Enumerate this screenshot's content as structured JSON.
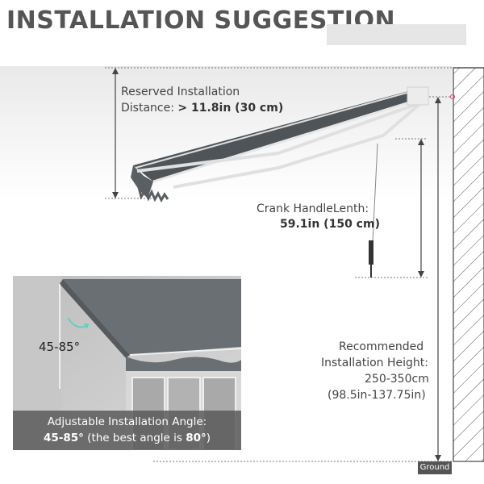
{
  "title": "INSTALLATION SUGGESTION",
  "reserved": {
    "line1": "Reserved Installation",
    "line2_prefix": "Distance: ",
    "line2_value": "> 11.8in (30 cm)"
  },
  "crank": {
    "line1": "Crank HandleLenth:",
    "line2": "59.1in (150 cm)"
  },
  "height": {
    "line1": "Recommended",
    "line2": "Installation Height:",
    "line3": "250-350cm",
    "line4": "(98.5in-137.75in)"
  },
  "angle_label": "45-85°",
  "caption": {
    "line1": "Adjustable Installation Angle:",
    "line2_bold1": "45-85°",
    "line2_mid": " (the best angle is ",
    "line2_bold2": "80°",
    "line2_end": ")"
  },
  "ground_label": "Ground",
  "colors": {
    "awning": "#5f6468",
    "frame": "#e8e8e8",
    "wall_stripe": "#555555",
    "caption_bg": "#5a5a5a"
  }
}
